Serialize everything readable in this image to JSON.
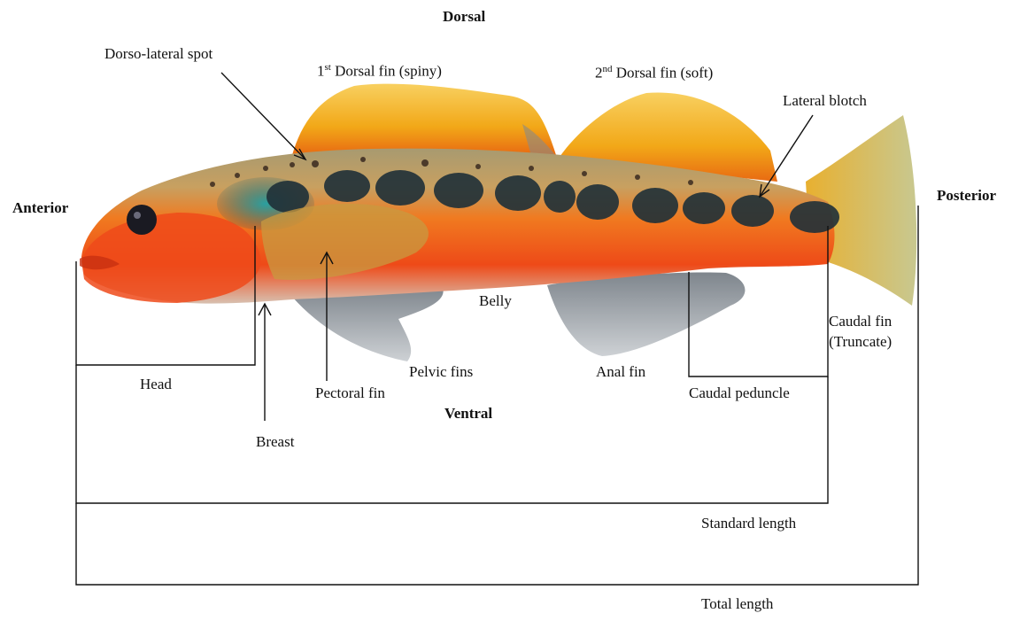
{
  "orientation": {
    "dorsal": "Dorsal",
    "ventral": "Ventral",
    "anterior": "Anterior",
    "posterior": "Posterior"
  },
  "labels": {
    "dorso_lateral_spot": "Dorso-lateral spot",
    "first_dorsal_fin_num": "1",
    "first_dorsal_fin_sup": "st",
    "first_dorsal_fin_text": "Dorsal fin (spiny)",
    "second_dorsal_fin_num": "2",
    "second_dorsal_fin_sup": "nd",
    "second_dorsal_fin_text": "Dorsal fin (soft)",
    "lateral_blotch": "Lateral blotch",
    "belly": "Belly",
    "caudal_fin_line1": "Caudal fin",
    "caudal_fin_line2": "(Truncate)",
    "head": "Head",
    "pectoral_fin": "Pectoral fin",
    "pelvic_fins": "Pelvic fins",
    "anal_fin": "Anal fin",
    "caudal_peduncle": "Caudal peduncle",
    "breast": "Breast",
    "standard_length": "Standard length",
    "total_length": "Total length"
  },
  "colors": {
    "body_orange": "#f0601a",
    "belly_red": "#e8401a",
    "back_olive": "#b8a060",
    "fin_yellow": "#f2b21c",
    "fin_orange": "#f07a14",
    "blotch_dark": "#1f3038",
    "teal": "#2a8a8a",
    "grey_fin": "#9aa0a8",
    "line": "#111111"
  }
}
